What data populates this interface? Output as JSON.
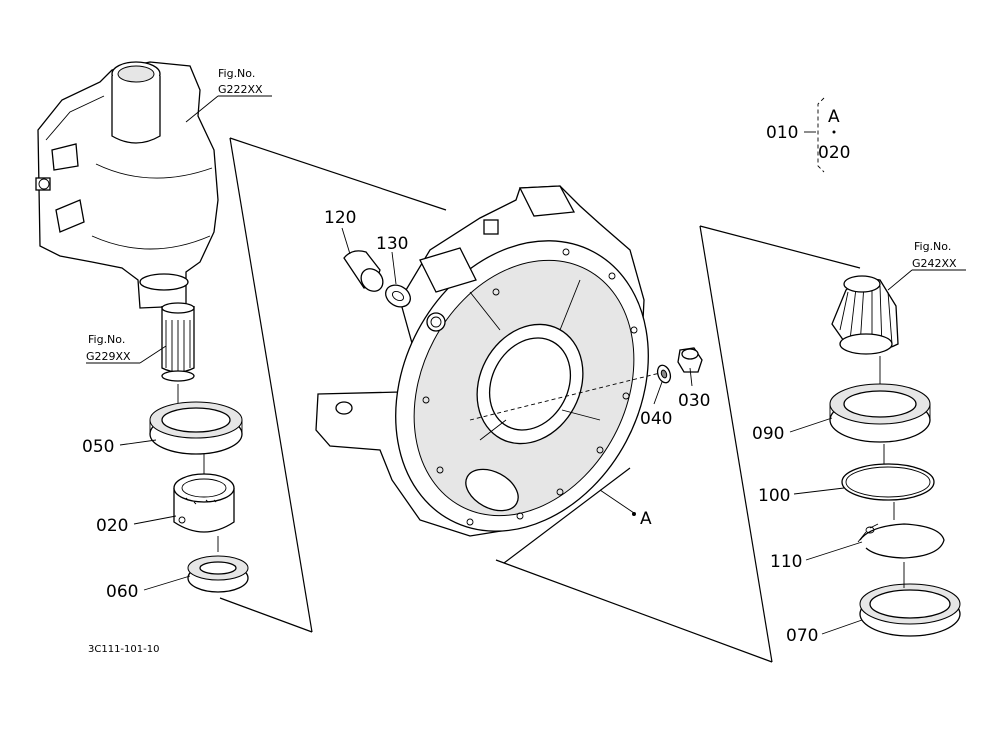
{
  "figure_code": "3C111-101-10",
  "legend": {
    "part_a": "010",
    "letter": "A",
    "part_b": "020"
  },
  "fig_refs": [
    {
      "line1": "Fig.No.",
      "line2": "G222XX"
    },
    {
      "line1": "Fig.No.",
      "line2": "G229XX"
    },
    {
      "line1": "Fig.No.",
      "line2": "G242XX"
    }
  ],
  "callouts": {
    "p050": "050",
    "p020": "020",
    "p060": "060",
    "p120": "120",
    "p130": "130",
    "p040": "040",
    "p030": "030",
    "pA": "A",
    "p090": "090",
    "p100": "100",
    "p110": "110",
    "p070": "070"
  }
}
